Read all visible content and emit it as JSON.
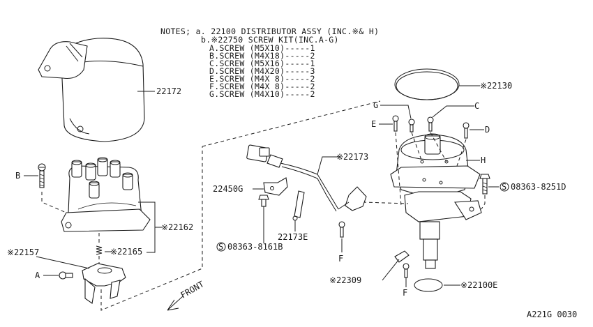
{
  "notes": {
    "line_a": "NOTES; a.  22100  DISTRIBUTOR ASSY (INC.※& H)",
    "line_b": "b.※22750  SCREW KIT(INC.A-G)",
    "items": [
      "A.SCREW (M5X10)-----1",
      "B.SCREW (M4X18)-----2",
      "C.SCREW (M5X16)-----1",
      "D.SCREW (M4X20)-----3",
      "E.SCREW (M4X 8)-----2",
      "F.SCREW (M4X 8)-----2",
      "G.SCREW (M4X10)-----2"
    ]
  },
  "labels": {
    "cap_cover": "22172",
    "dist_cap": "※22162",
    "spring": "※22165",
    "rotor": "※22157",
    "o_ring": "※22130",
    "harness": "※22173",
    "bracket": "22450G",
    "terminal": "22173E",
    "bolt_left": "08363-8161B",
    "bolt_right": "08363-8251D",
    "screw_bottom": "※22309",
    "seal": "※22100E",
    "front": "FRONT",
    "ref_code": "A221G 0030",
    "bolt_symbol": "S",
    "letter_a": "A",
    "letter_b": "B",
    "letter_c": "C",
    "letter_d": "D",
    "letter_e": "E",
    "letter_f1": "F",
    "letter_f2": "F",
    "letter_g": "G",
    "letter_h": "H"
  }
}
